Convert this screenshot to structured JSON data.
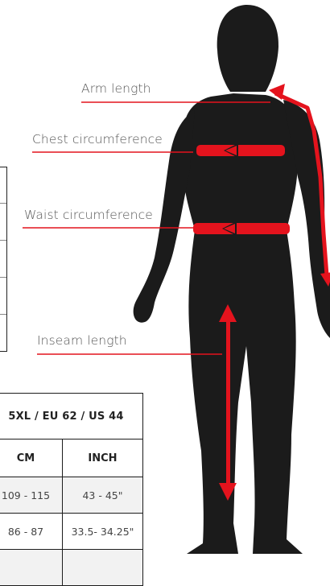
{
  "labels": {
    "arm": "Arm length",
    "chest": "Chest circumference",
    "waist": "Waist circumference",
    "inseam": "Inseam length"
  },
  "colors": {
    "accent": "#e4131d",
    "silhouette": "#1b1b1b"
  },
  "size_table": {
    "header": "5XL / EU 62 / US 44",
    "columns": [
      "CM",
      "INCH"
    ],
    "rows": [
      [
        "109 - 115",
        "43 - 45\""
      ],
      [
        "86 - 87",
        "33.5- 34.25\""
      ],
      [
        "",
        ""
      ]
    ]
  }
}
